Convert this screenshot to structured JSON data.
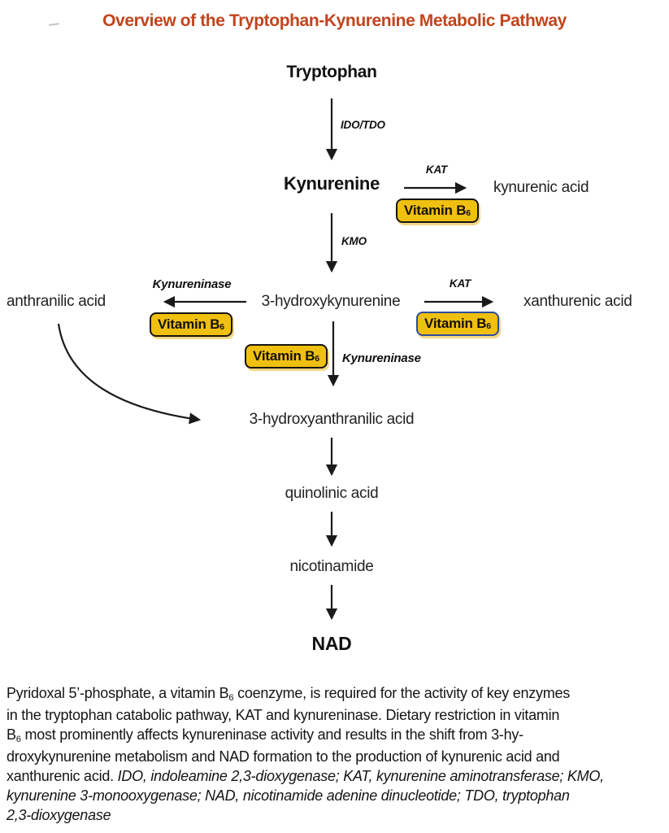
{
  "title": "Overview of the Tryptophan-Kynurenine Metabolic Pathway",
  "colors": {
    "title_color": "#c2441c",
    "badge_fill": "#f0c010",
    "badge_border": "#17140f",
    "badge_border_alt": "#2e4d9b",
    "ink": "#1c1c1c"
  },
  "labels": {
    "vitamin_b": "Vitamin B",
    "vitamin_b_sub": "6"
  },
  "nodes": {
    "tryptophan": "Tryptophan",
    "kynurenine": "Kynurenine",
    "kynurenic_acid": "kynurenic acid",
    "hydroxykynurenine": "3-hydroxykynurenine",
    "anthranilic_acid": "anthranilic acid",
    "xanthurenic_acid": "xanthurenic acid",
    "hydroxyanthranilic_acid": "3-hydroxyanthranilic acid",
    "quinolinic_acid": "quinolinic acid",
    "nicotinamide": "nicotinamide",
    "nad": "NAD"
  },
  "enzymes": {
    "ido_tdo": "IDO/TDO",
    "kat": "KAT",
    "kmo": "KMO",
    "kynureninase": "Kynureninase"
  },
  "caption": {
    "lines": [
      [
        {
          "t": "Pyridoxal 5’-phosphate, a vitamin B",
          "s": "n"
        },
        {
          "t": "6",
          "s": "sub"
        },
        {
          "t": " coenzyme, is required for the activity of key enzymes",
          "s": "n"
        }
      ],
      [
        {
          "t": "in the tryptophan catabolic pathway, KAT and kynureninase. Dietary restriction in vitamin",
          "s": "n"
        }
      ],
      [
        {
          "t": "B",
          "s": "n"
        },
        {
          "t": "6",
          "s": "sub"
        },
        {
          "t": " most prominently affects kynureninase activity and results in the shift from 3-hy-",
          "s": "n"
        }
      ],
      [
        {
          "t": "droxykynurenine metabolism and NAD formation to the production of kynurenic acid and",
          "s": "n"
        }
      ],
      [
        {
          "t": "xanthurenic acid. ",
          "s": "n"
        },
        {
          "t": "IDO, indoleamine 2,3-dioxygenase; KAT, kynurenine aminotransferase; KMO,",
          "s": "i"
        }
      ],
      [
        {
          "t": "kynurenine 3-monooxygenase; NAD, nicotinamide adenine dinucleotide; TDO, tryptophan",
          "s": "i"
        }
      ],
      [
        {
          "t": "2,3-dioxygenase",
          "s": "i"
        }
      ]
    ]
  }
}
